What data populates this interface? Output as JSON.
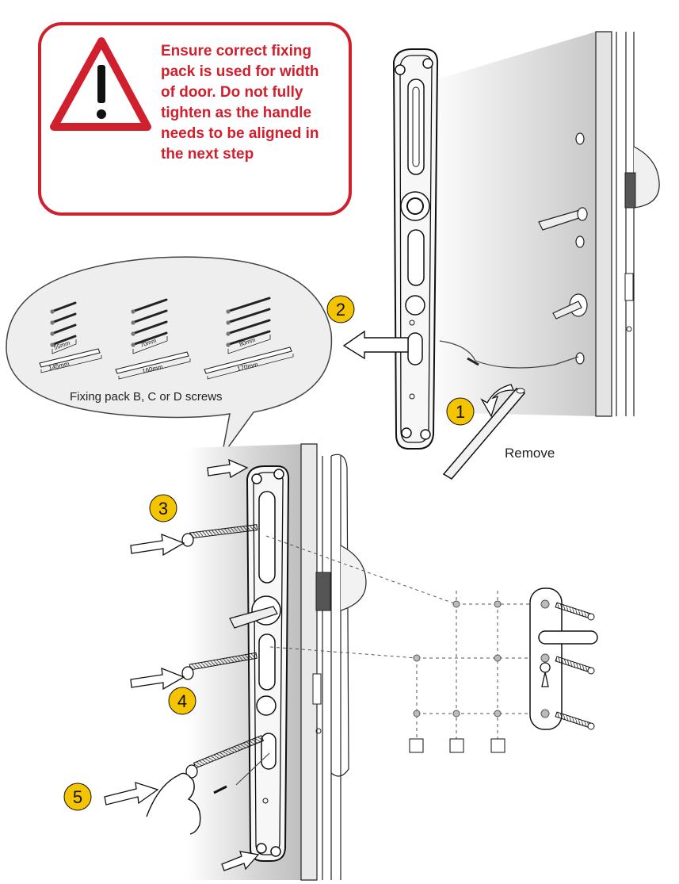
{
  "warning": {
    "icon": "warning-triangle-icon",
    "lines": [
      "Ensure correct fixing",
      "pack is used for width",
      "of door. Do not fully",
      "tighten as the handle",
      "needs to be aligned in",
      "the next step"
    ],
    "color": "#d0202e"
  },
  "fixing_packs": {
    "caption": "Fixing pack B, C or D screws",
    "packs": [
      {
        "screw_label": "55mm",
        "bar_label": "145mm"
      },
      {
        "screw_label": "70mm",
        "bar_label": "160mm"
      },
      {
        "screw_label": "80mm",
        "bar_label": "170mm"
      }
    ]
  },
  "steps": [
    "1",
    "2",
    "3",
    "4",
    "5"
  ],
  "remove_label": "Remove",
  "badge_color": "#f5c400"
}
